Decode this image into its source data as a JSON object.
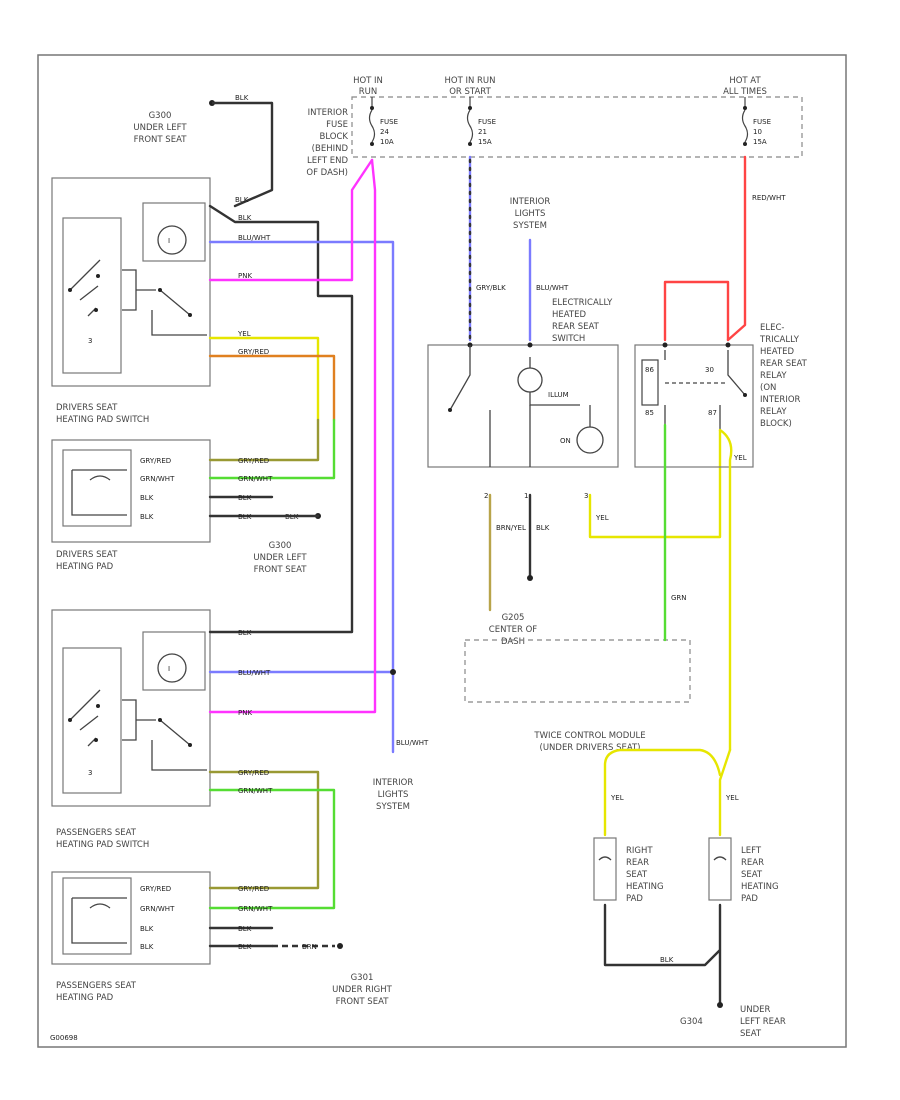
{
  "colors": {
    "blk": "#333333",
    "blu_wht": "#7b7bff",
    "pnk": "#ff33ff",
    "red": "#ff4444",
    "yel": "#e6e600",
    "grn": "#55dd33",
    "orange": "#e08020",
    "olive": "#999933",
    "brown": "#8b7355",
    "frame": "#777777"
  },
  "fuse_block": {
    "label_lines": [
      "INTERIOR",
      "FUSE",
      "BLOCK",
      "(BEHIND",
      "LEFT END",
      "OF DASH)"
    ],
    "hot_in_run": [
      "HOT IN",
      "RUN"
    ],
    "hot_in_run_or_start": [
      "HOT IN RUN",
      "OR START"
    ],
    "hot_at_all_times": [
      "HOT AT",
      "ALL TIMES"
    ],
    "fuse_24": [
      "FUSE",
      "24",
      "10A"
    ],
    "fuse_21": [
      "FUSE",
      "21",
      "15A"
    ],
    "fuse_10": [
      "FUSE",
      "10",
      "15A"
    ]
  },
  "grounds": {
    "g300_top": {
      "id": "G300",
      "lines": [
        "UNDER LEFT",
        "FRONT SEAT"
      ],
      "wire": "BLK"
    },
    "g300_mid": {
      "id": "G300",
      "lines": [
        "UNDER LEFT",
        "FRONT SEAT"
      ],
      "wire": "BLK"
    },
    "g301": {
      "id": "G301",
      "lines": [
        "UNDER RIGHT",
        "FRONT SEAT"
      ],
      "wire": "BRN"
    },
    "g205": {
      "id": "G205",
      "lines": [
        "CENTER OF",
        "DASH"
      ]
    },
    "g304": {
      "id": "G304",
      "lines": [
        "UNDER",
        "LEFT REAR",
        "SEAT"
      ]
    }
  },
  "components": {
    "drivers_switch": [
      "DRIVERS SEAT",
      "HEATING PAD SWITCH"
    ],
    "drivers_pad": [
      "DRIVERS SEAT",
      "HEATING PAD"
    ],
    "pass_switch": [
      "PASSENGERS SEAT",
      "HEATING PAD SWITCH"
    ],
    "pass_pad": [
      "PASSENGERS SEAT",
      "HEATING PAD"
    ],
    "interior_lights_top": [
      "INTERIOR",
      "LIGHTS",
      "SYSTEM"
    ],
    "interior_lights_bottom": [
      "INTERIOR",
      "LIGHTS",
      "SYSTEM"
    ],
    "rear_switch": [
      "ELECTRICALLY",
      "HEATED",
      "REAR SEAT",
      "SWITCH"
    ],
    "rear_relay": [
      "ELEC-",
      "TRICALLY",
      "HEATED",
      "REAR SEAT",
      "RELAY",
      "(ON",
      "INTERIOR",
      "RELAY",
      "BLOCK)"
    ],
    "control_module": [
      "TWICE CONTROL MODULE",
      "(UNDER DRIVERS SEAT)"
    ],
    "right_pad": [
      "RIGHT",
      "REAR",
      "SEAT",
      "HEATING",
      "PAD"
    ],
    "left_pad": [
      "LEFT",
      "REAR",
      "SEAT",
      "HEATING",
      "PAD"
    ],
    "illum": "ILLUM",
    "on": "ON"
  },
  "wires": {
    "blk": "BLK",
    "blu_wht": "BLU/WHT",
    "pnk": "PNK",
    "yel": "YEL",
    "gry_red": "GRY/RED",
    "grn_wht": "GRN/WHT",
    "red_wht": "RED/WHT",
    "brn_yel": "BRN/YEL",
    "gry_blk": "GRY/BLK",
    "grn": "GRN",
    "brn": "BRN"
  },
  "footer_code": "G00698"
}
